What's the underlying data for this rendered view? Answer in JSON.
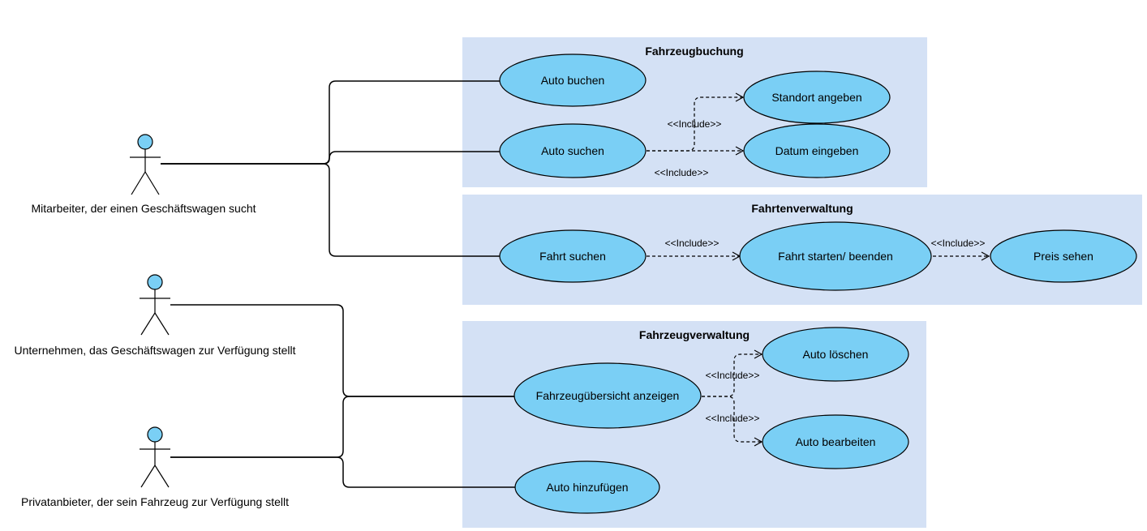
{
  "systems": {
    "booking": {
      "title": "Fahrzeugbuchung"
    },
    "trips": {
      "title": "Fahrtenverwaltung"
    },
    "vehicles": {
      "title": "Fahrzeugverwaltung"
    }
  },
  "actors": {
    "employee": {
      "label": "Mitarbeiter, der einen Geschäftswagen sucht"
    },
    "company": {
      "label": "Unternehmen, das Geschäftswagen zur Verfügung stellt"
    },
    "private": {
      "label": "Privatanbieter, der sein Fahrzeug zur Verfügung stellt"
    }
  },
  "use_cases": {
    "auto_buchen": "Auto buchen",
    "auto_suchen": "Auto suchen",
    "standort": "Standort angeben",
    "datum": "Datum eingeben",
    "fahrt_suchen": "Fahrt suchen",
    "fahrt_starten": "Fahrt starten/ beenden",
    "preis": "Preis sehen",
    "uebersicht": "Fahrzeugübersicht anzeigen",
    "auto_loeschen": "Auto löschen",
    "auto_bearbeiten": "Auto bearbeiten",
    "auto_hinzufuegen": "Auto hinzufügen"
  },
  "stereotype": "<<Include>>"
}
